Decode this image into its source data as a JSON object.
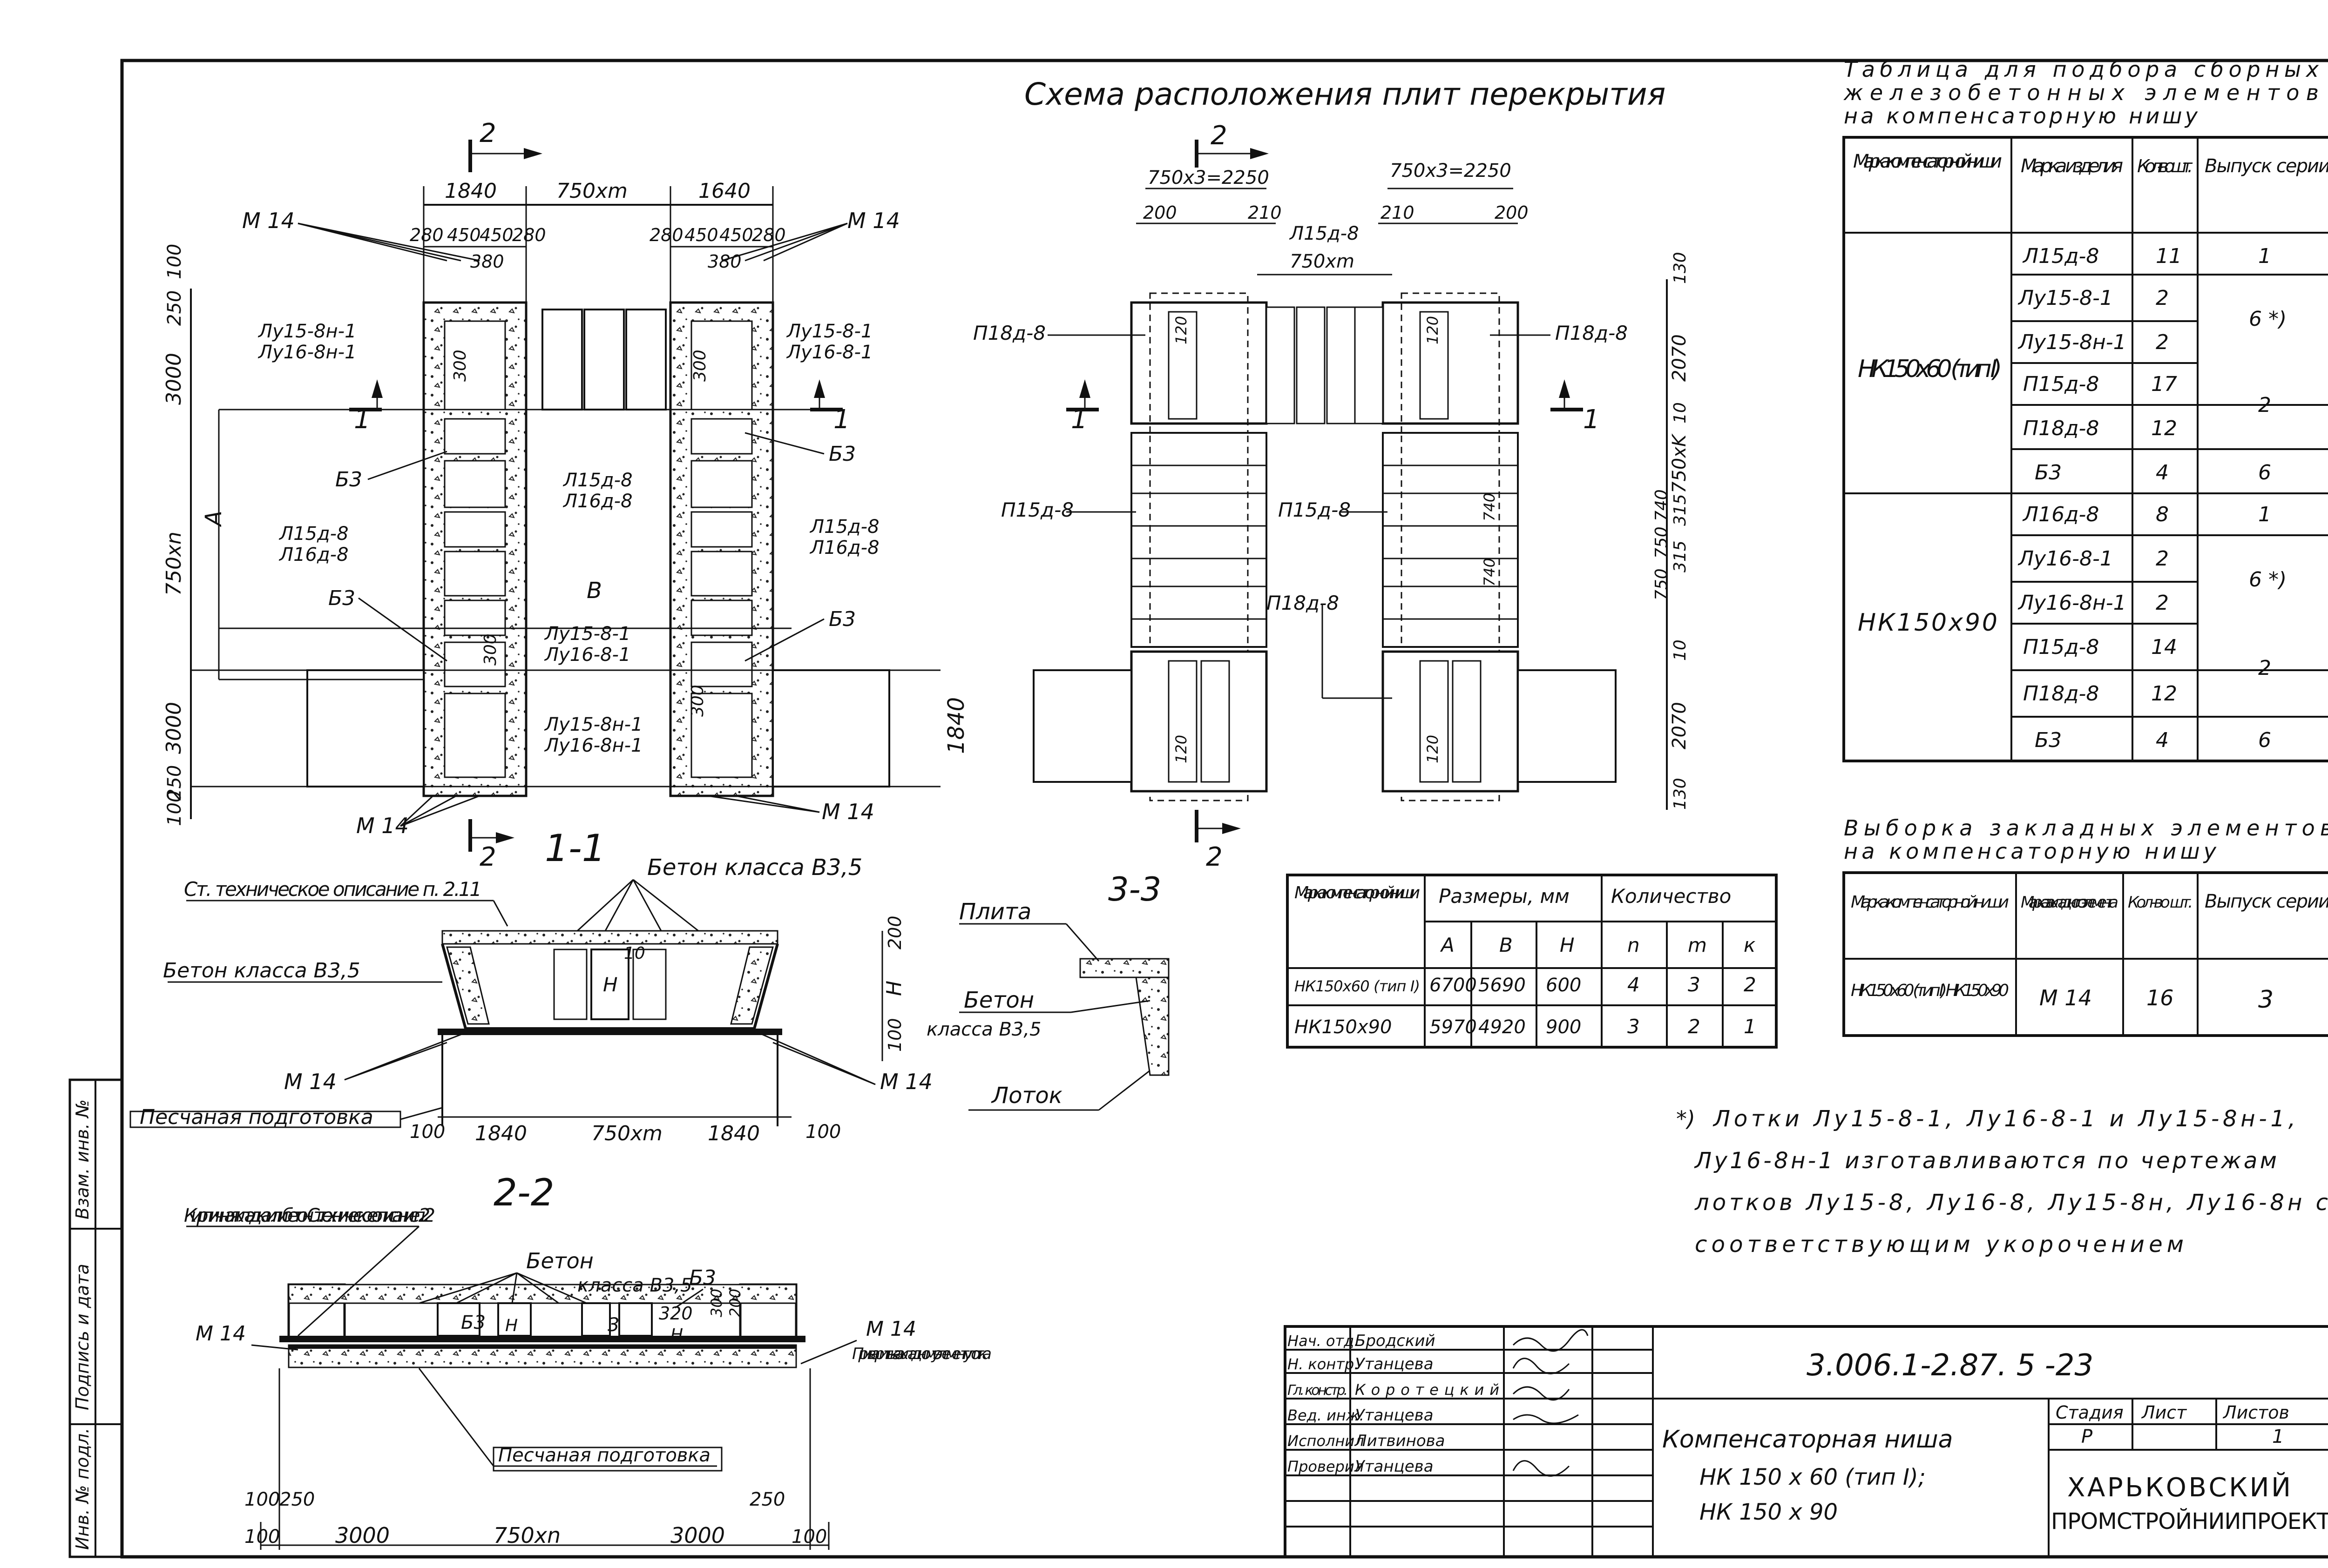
{
  "title": "Схема расположения плит перекрытия",
  "plan": {
    "left": {
      "dims_top": [
        "1840",
        "750xm",
        "1640"
      ],
      "dims_sub": [
        "280",
        "450",
        "450",
        "280",
        "280",
        "450",
        "450",
        "280"
      ],
      "dim_380": "380",
      "side_dims": [
        "100",
        "250",
        "3000",
        "750xn",
        "3000",
        "250",
        "100"
      ],
      "labels": [
        "М 14",
        "М 14",
        "Лу15-8н-1",
        "Лу16-8н-1",
        "Лу15-8-1",
        "Лу16-8-1",
        "Б3",
        "Б3",
        "Б3",
        "Б3",
        "Л15д-8",
        "Л16д-8",
        "Л15д-8",
        "Л16д-8",
        "Л15д-8",
        "Л16д-8",
        "Лу15-8-1",
        "Лу16-8-1",
        "Лу15-8н-1",
        "Лу16-8н-1",
        "М 14",
        "М 14"
      ],
      "letters": [
        "А",
        "В"
      ],
      "section_1": "1",
      "section_2": "2",
      "dim_300": "300",
      "dim_1840": "1840"
    },
    "right": {
      "dims_top": [
        "750x3=2250",
        "750x3=2250"
      ],
      "dims_sub": [
        "200",
        "210",
        "210",
        "200"
      ],
      "mid_dims": [
        "Л15д-8",
        "750xm"
      ],
      "labels": [
        "П18д-8",
        "П18д-8",
        "П15д-8",
        "П15д-8",
        "П18д-8"
      ],
      "side_dims": [
        "130",
        "2070",
        "10",
        "750xK",
        "315",
        "740",
        "750",
        "315",
        "750",
        "10",
        "2070",
        "130"
      ],
      "inner": [
        "120",
        "120",
        "120",
        "120",
        "740",
        "740"
      ],
      "section_2": "2",
      "section_1": "1"
    }
  },
  "section_1_1": {
    "title": "1-1",
    "labels": [
      "Ст. техническое описание п. 2.11",
      "Бетон класса В3,5",
      "Бетон класса В3,5",
      "М 14",
      "М 14",
      "Песчаная подготовка"
    ],
    "dims": [
      "100",
      "1840",
      "750xm",
      "1840",
      "100"
    ],
    "side": [
      "200",
      "Н",
      "100"
    ],
    "inner": [
      "Н",
      "10"
    ]
  },
  "section_3_3": {
    "title": "3-3",
    "labels": [
      "Плита",
      "Бетон",
      "класса В3,5",
      "Лоток"
    ]
  },
  "section_2_2": {
    "title": "2-2",
    "labels": [
      "Кирпичная кладка или бетон. Ст. техническое описание п. 2.2",
      "Бетон",
      "класса В3,5",
      "Б3",
      "М 14",
      "М 14",
      "Приварить к закладному элементу лотка",
      "Песчаная подготовка",
      "Б3"
    ],
    "dims": [
      "100",
      "250",
      "3000",
      "750xn",
      "3000",
      "250",
      "100"
    ],
    "inner": [
      "Н",
      "320",
      "3",
      "300",
      "200",
      "Н"
    ]
  },
  "table_main": {
    "title": "Таблица для подбора сборных железобетонных элементов на компенсаторную нишу",
    "headers": [
      "Марка компенсаторной ниши",
      "Марка изделия",
      "Кол-во шт.",
      "Выпуск серии"
    ],
    "groups": [
      {
        "mark": "НК150х60 (тип I)",
        "rows": [
          {
            "item": "Л15д-8",
            "qty": "11",
            "series": "1"
          },
          {
            "item": "Лу15-8-1",
            "qty": "2",
            "series": "6 *)"
          },
          {
            "item": "Лу15-8н-1",
            "qty": "2",
            "series": ""
          },
          {
            "item": "П15д-8",
            "qty": "17",
            "series": "2"
          },
          {
            "item": "П18д-8",
            "qty": "12",
            "series": ""
          },
          {
            "item": "Б3",
            "qty": "4",
            "series": "6"
          }
        ]
      },
      {
        "mark": "НК150х90",
        "rows": [
          {
            "item": "Л16д-8",
            "qty": "8",
            "series": "1"
          },
          {
            "item": "Лу16-8-1",
            "qty": "2",
            "series": "6 *)"
          },
          {
            "item": "Лу16-8н-1",
            "qty": "2",
            "series": ""
          },
          {
            "item": "П15д-8",
            "qty": "14",
            "series": "2"
          },
          {
            "item": "П18д-8",
            "qty": "12",
            "series": ""
          },
          {
            "item": "Б3",
            "qty": "4",
            "series": "6"
          }
        ]
      }
    ]
  },
  "table_dims": {
    "headers": [
      "Марка компенсаторной ниши",
      "Размеры, мм",
      "Количество"
    ],
    "subheaders": [
      "А",
      "В",
      "Н",
      "n",
      "m",
      "к"
    ],
    "rows": [
      {
        "mark": "НК150х60 (тип I)",
        "A": "6700",
        "B": "5690",
        "H": "600",
        "n": "4",
        "m": "3",
        "k": "2"
      },
      {
        "mark": "НК150х90",
        "A": "5970",
        "B": "4920",
        "H": "900",
        "n": "3",
        "m": "2",
        "k": "1"
      }
    ]
  },
  "table_embedded": {
    "title": "Выборка закладных элементов на компенсаторную нишу",
    "headers": [
      "Марка компенсаторной ниши",
      "Марка закладного элемента",
      "Кол-во шт.",
      "Выпуск серии"
    ],
    "row": {
      "mark": "НК150х60 (тип I) НК150х90",
      "item": "М 14",
      "qty": "16",
      "series": "3"
    }
  },
  "note": {
    "mark": "*)",
    "lines": [
      "Лотки Лу15-8-1, Лу16-8-1 и Лу15-8н-1,",
      "Лу16-8н-1 изготавливаются по чертежам",
      "лотков Лу15-8, Лу16-8, Лу15-8н, Лу16-8н с",
      "соответствующим укорочением"
    ]
  },
  "stamp": {
    "roles": [
      "Нач. отд.",
      "Н. контр.",
      "Гл. констр.",
      "Вед. инж.",
      "Исполнил",
      "Проверил"
    ],
    "names": [
      "Бродский",
      "Утанцева",
      "Коротецкий",
      "Утанцева",
      "Литвинова",
      "Утанцева"
    ],
    "code": "3.006.1-2.87. 5 -23",
    "name_lines": [
      "Компенсаторная ниша",
      "НК 150 х 60 (тип I);",
      "НК 150 х 90"
    ],
    "hdr": [
      "Стадия",
      "Лист",
      "Листов"
    ],
    "vals": [
      "Р",
      "",
      "1"
    ],
    "org": [
      "ХАРЬКОВСКИЙ",
      "ПРОМСТРОЙНИИПРОЕКТ"
    ]
  },
  "margin": [
    "Инв. № подл.",
    "Подпись и дата",
    "Взам. инв. №"
  ]
}
